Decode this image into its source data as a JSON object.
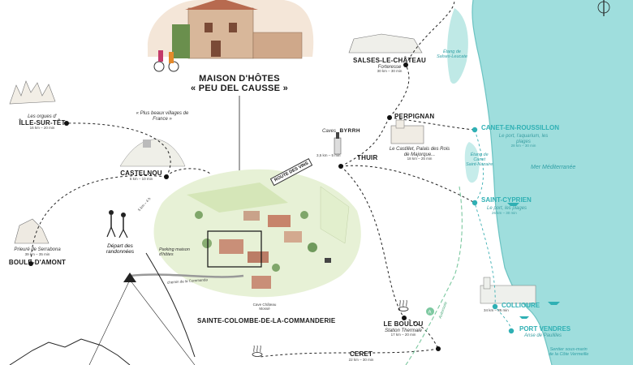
{
  "title": {
    "line1": "MAISON D'HÔTES",
    "line2": "« PEU DEL CAUSSE »"
  },
  "home_village": "SAINTE-COLOMBE-DE-LA-COMMANDERIE",
  "places": {
    "salses": {
      "name": "SALSES-LE-CHÂTEAU",
      "desc": "Forteresse",
      "dist": "30 km – 30 min"
    },
    "perpignan": {
      "name": "PERPIGNAN",
      "desc1": "Le Castillet, Palais des Rois",
      "desc2": "de Majorque...",
      "dist": "18 km – 25 min"
    },
    "thuir": {
      "name": "THUIR",
      "caves": "Caves",
      "brand": "BYRRH",
      "dist": "3,5 km – 5 min"
    },
    "ille": {
      "desc": "Les orgues d'",
      "name": "ÎLLE-SUR-TÊT",
      "dist": "16 km – 20 min"
    },
    "castelnou": {
      "name": "CASTELNOU",
      "dist": "6 km – 10 min",
      "desc1": "« Plus beaux villages de",
      "desc2": "France »"
    },
    "boule": {
      "name": "BOULE-D'AMONT",
      "desc": "Prieuré de Serrabona",
      "dist": "39 km – 35 min"
    },
    "leboulou": {
      "name": "LE BOULOU",
      "desc": "Station Thermale",
      "dist": "17 km – 20 min"
    },
    "ceret": {
      "name": "CERET",
      "dist": "22 km – 30 min"
    },
    "canet": {
      "name": "CANET-EN-ROUSSILLON",
      "desc1": "Le port, l'aquarium, les",
      "desc2": "plages",
      "dist": "28 km – 30 min"
    },
    "cyprien": {
      "name": "SAINT-CYPRIEN",
      "desc": "Le port, les plages",
      "dist": "25 km – 30 min"
    },
    "collioure": {
      "name": "COLLIOURE",
      "dist": "34 km – 35 min"
    },
    "portvendres": {
      "name": "PORT VENDRES",
      "desc": "Anse de Paulilles"
    }
  },
  "annotations": {
    "route_vins": "ROUTE DES VINS",
    "depart1": "Départ des",
    "depart2": "randonnées",
    "parking1": "Parking maison",
    "parking2": "d'hôtes",
    "chemin": "chemin de la Commanda",
    "chateau1": "Cave Château",
    "chateau2": "Mossé",
    "sentier1": "Sentier sous-marin",
    "sentier2": "de la Côte Vermeille",
    "autoroute": "Autoroute",
    "km_hint": "5 km – 4 h"
  },
  "water": {
    "mer": "Mer Méditerranée",
    "salses_pond1": "Étang de",
    "salses_pond2": "Salses-Leucate",
    "canet_pond1": "Étang de",
    "canet_pond2": "Canet",
    "canet_pond3": "Saint-Nazaire"
  },
  "colors": {
    "sea": "#9fdedd",
    "coast_label": "#2fb0b4",
    "route": "#222222",
    "motorway": "#7cc8a0"
  },
  "icons": [
    "compass-icon",
    "hot-spring-icon",
    "motorway-icon",
    "hikers-icon"
  ]
}
